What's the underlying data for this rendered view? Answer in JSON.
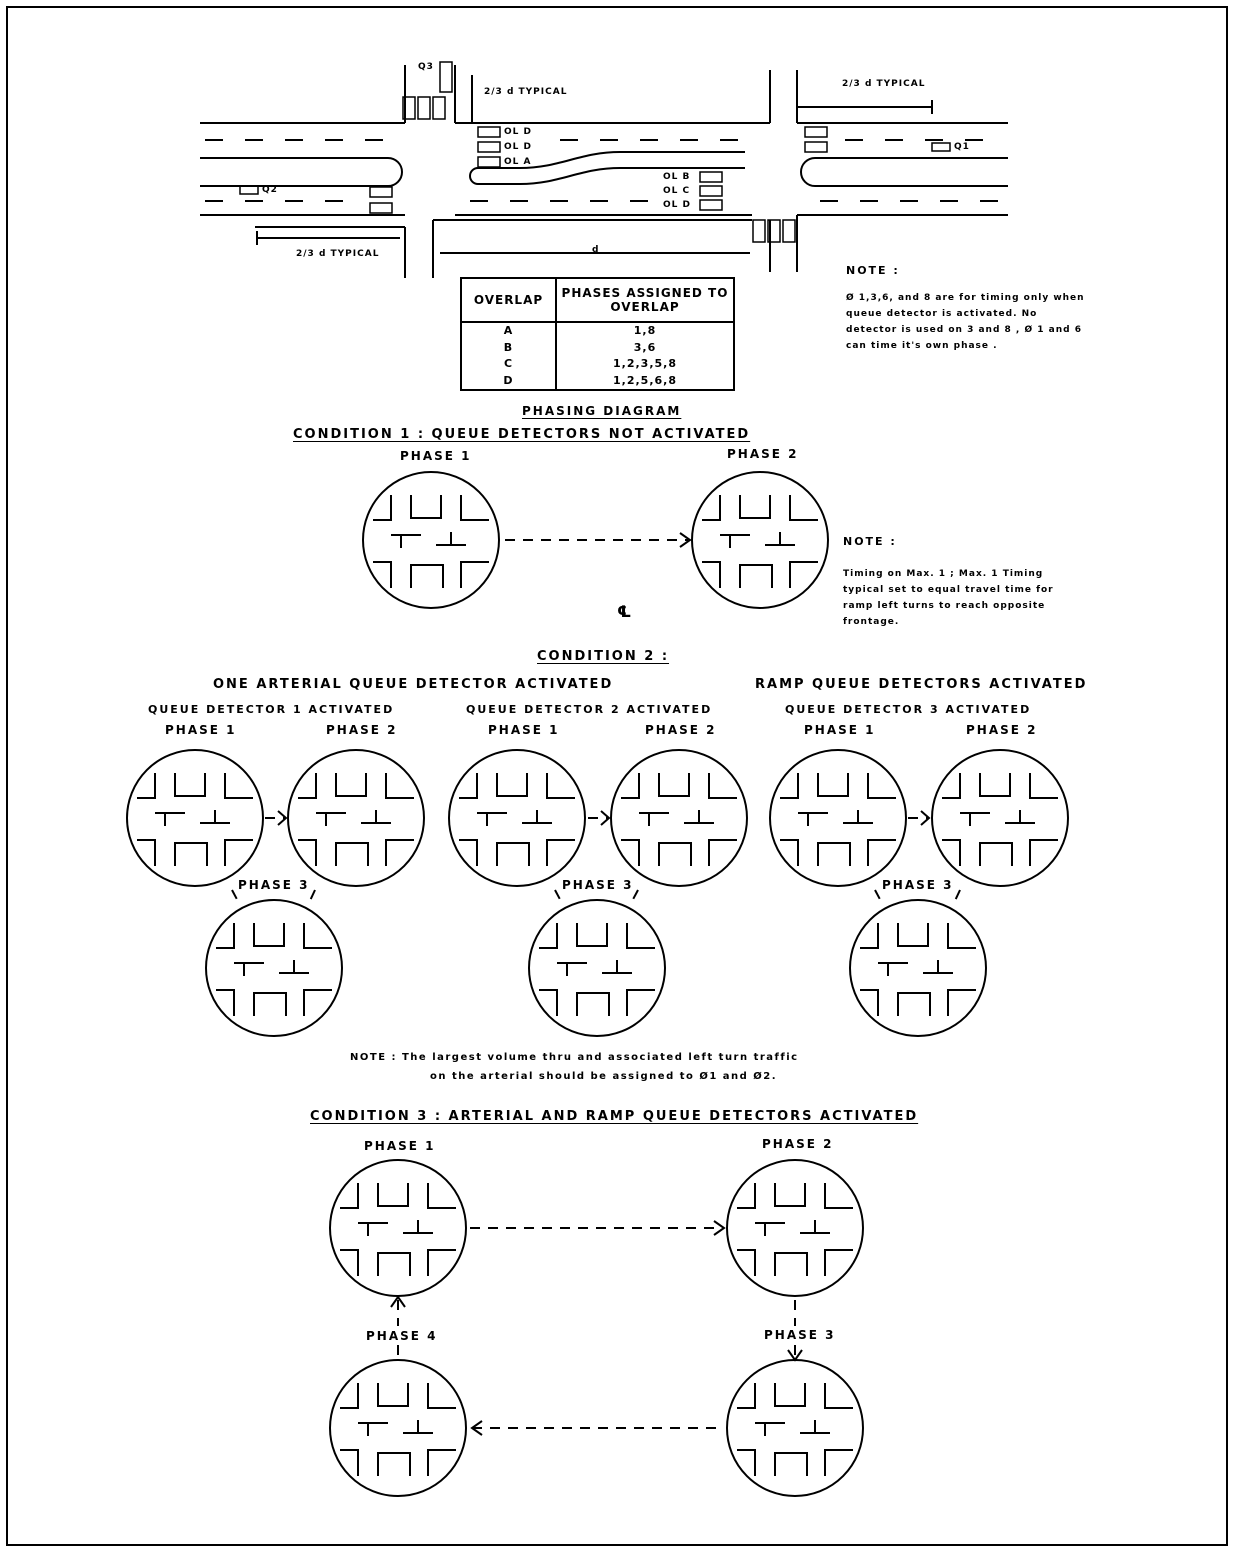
{
  "plan": {
    "labels": {
      "typical_nw": "2/3 d TYPICAL",
      "typical_ne": "2/3 d TYPICAL",
      "typical_sw": "2/3 d TYPICAL",
      "dim_d": "d",
      "detector_q1": "Q1",
      "detector_q2": "Q2",
      "detector_q3": "Q3",
      "ol_d": "OL D",
      "ol_b": "OL B",
      "ol_a": "OL A",
      "ol_c": "OL C"
    },
    "note_top": {
      "heading": "NOTE :",
      "text": "Ø 1,3,6, and 8 are for timing only when queue detector is activated. No detector is used on 3 and 8 , Ø 1 and 6 can time it's own phase ."
    }
  },
  "overlap_table": {
    "headers": [
      "OVERLAP",
      "PHASES ASSIGNED TO OVERLAP"
    ],
    "rows": [
      {
        "overlap": "A",
        "phases": "1,8"
      },
      {
        "overlap": "B",
        "phases": "3,6"
      },
      {
        "overlap": "C",
        "phases": "1,2,3,5,8"
      },
      {
        "overlap": "D",
        "phases": "1,2,5,6,8"
      }
    ]
  },
  "phasing": {
    "title": "PHASING DIAGRAM",
    "condition1": {
      "title": "CONDITION 1 : QUEUE DETECTORS NOT ACTIVATED",
      "phase1": "PHASE 1",
      "phase2": "PHASE 2",
      "note_heading": "NOTE :",
      "note_text": "Timing on Max. 1 ; Max. 1 Timing typical set to equal travel time for ramp left turns to reach opposite frontage.",
      "centerline": "℄"
    },
    "condition2": {
      "title": "CONDITION 2 :",
      "arterial_title": "ONE ARTERIAL QUEUE DETECTOR ACTIVATED",
      "ramp_title": "RAMP QUEUE DETECTORS ACTIVATED",
      "groups": [
        {
          "title": "QUEUE DETECTOR 1 ACTIVATED",
          "phase1": "PHASE 1",
          "phase2": "PHASE 2",
          "phase3": "PHASE 3"
        },
        {
          "title": "QUEUE DETECTOR 2 ACTIVATED",
          "phase1": "PHASE 1",
          "phase2": "PHASE 2",
          "phase3": "PHASE 3"
        },
        {
          "title": "QUEUE DETECTOR 3 ACTIVATED",
          "phase1": "PHASE 1",
          "phase2": "PHASE 2",
          "phase3": "PHASE 3"
        }
      ],
      "note_line1": "NOTE : The largest volume thru and associated left turn traffic",
      "note_line2": "on the arterial should be assigned to Ø1 and Ø2."
    },
    "condition3": {
      "title": "CONDITION 3 : ARTERIAL AND RAMP QUEUE DETECTORS ACTIVATED",
      "phase1": "PHASE 1",
      "phase2": "PHASE 2",
      "phase3": "PHASE 3",
      "phase4": "PHASE 4"
    }
  }
}
